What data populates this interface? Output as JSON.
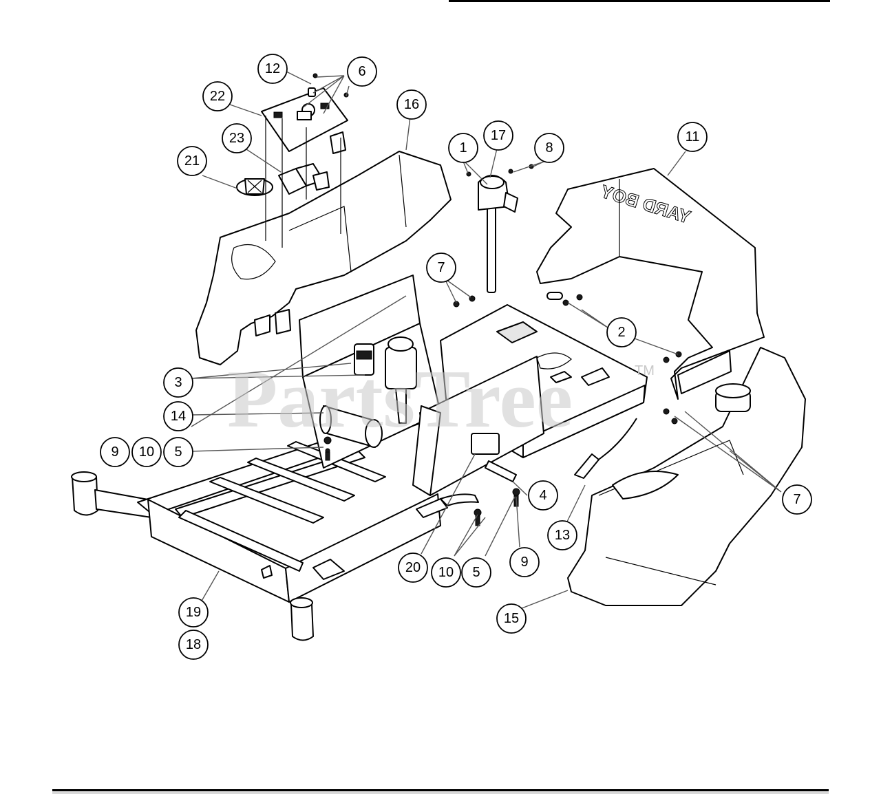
{
  "watermark": {
    "text": "PartsTree",
    "tm": "TM"
  },
  "callouts": [
    {
      "label": "12"
    },
    {
      "label": "6"
    },
    {
      "label": "22"
    },
    {
      "label": "16"
    },
    {
      "label": "23"
    },
    {
      "label": "21"
    },
    {
      "label": "1"
    },
    {
      "label": "17"
    },
    {
      "label": "8"
    },
    {
      "label": "11"
    },
    {
      "label": "7"
    },
    {
      "label": "2"
    },
    {
      "label": "3"
    },
    {
      "label": "14"
    },
    {
      "label": "9"
    },
    {
      "label": "10"
    },
    {
      "label": "5"
    },
    {
      "label": "4"
    },
    {
      "label": "7"
    },
    {
      "label": "13"
    },
    {
      "label": "20"
    },
    {
      "label": "10"
    },
    {
      "label": "5"
    },
    {
      "label": "9"
    },
    {
      "label": "15"
    },
    {
      "label": "19"
    },
    {
      "label": "18"
    }
  ],
  "colors": {
    "line": "#000000",
    "leader": "#555555",
    "watermark": "#c8c8c8",
    "background": "#ffffff"
  }
}
